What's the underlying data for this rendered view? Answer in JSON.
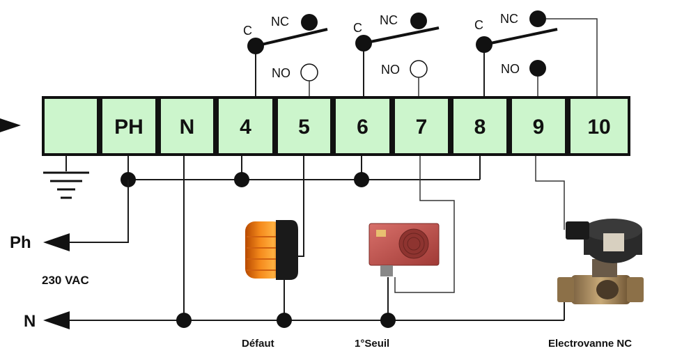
{
  "terminals": [
    "",
    "PH",
    "N",
    "4",
    "5",
    "6",
    "7",
    "8",
    "9",
    "10"
  ],
  "relays": [
    {
      "common": "C",
      "nc": "NC",
      "no": "NO",
      "no_state": "open"
    },
    {
      "common": "C",
      "nc": "NC",
      "no": "NO",
      "no_state": "open"
    },
    {
      "common": "C",
      "nc": "NC",
      "no": "NO",
      "no_state": "filled"
    }
  ],
  "supply": {
    "phase": "Ph",
    "voltage": "230  VAC",
    "neutral": "N"
  },
  "devices": {
    "beacon": "Défaut",
    "siren": "1°Seuil",
    "valve": "Electrovanne NC"
  },
  "colors": {
    "terminal_fill": "#ccf5cc",
    "beacon_orange": "#f07a10",
    "siren_red": "#c0504a",
    "valve_brass": "#a88a5a"
  }
}
